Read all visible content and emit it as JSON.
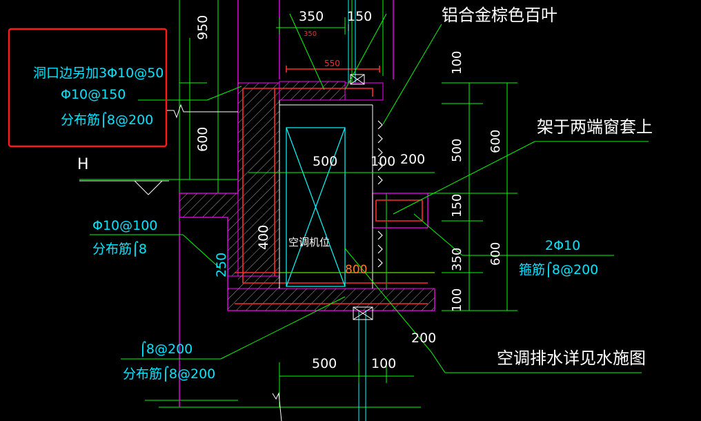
{
  "colors": {
    "background": "#000000",
    "leader": "#00ff00",
    "wall": "#ff00ff",
    "rebar": "#ff2a2a",
    "dim": "#ffffff",
    "note_cyan": "#00e5ff",
    "highlight_box": "#ff1a1a",
    "void": "#00ffff"
  },
  "notes": {
    "box_line1": "洞口边另加3Φ10@50",
    "box_line2": "Φ10@150",
    "box_line3": "分布筋⌠8@200",
    "level_mark": "H",
    "left_line1": "Φ10@100",
    "left_line2": "分布筋⌠8",
    "bottom_line1": "⌠8@200",
    "bottom_line2": "分布筋⌠8@200",
    "right_line1": "2Φ10",
    "right_line2": "箍筋⌠8@200",
    "louver": "铝合金棕色百叶",
    "window_rest": "架于两端窗套上",
    "ac_position": "空调机位",
    "drainage": "空调排水详见水施图"
  },
  "dims": {
    "top_350": "350",
    "top_150": "150",
    "top_350_small": "350",
    "top_550": "550",
    "v_950": "950",
    "v_600_left": "600",
    "mid_500": "500",
    "mid_100": "100",
    "mid_200": "200",
    "v_400": "400",
    "v_250": "250",
    "h_800": "800",
    "r_100_top": "100",
    "r_500": "500",
    "r_600_top": "600",
    "r_150": "150",
    "r_350": "350",
    "r_600_bot": "600",
    "r_100_bot": "100",
    "b_200": "200",
    "b_500": "500",
    "b_100": "100"
  }
}
